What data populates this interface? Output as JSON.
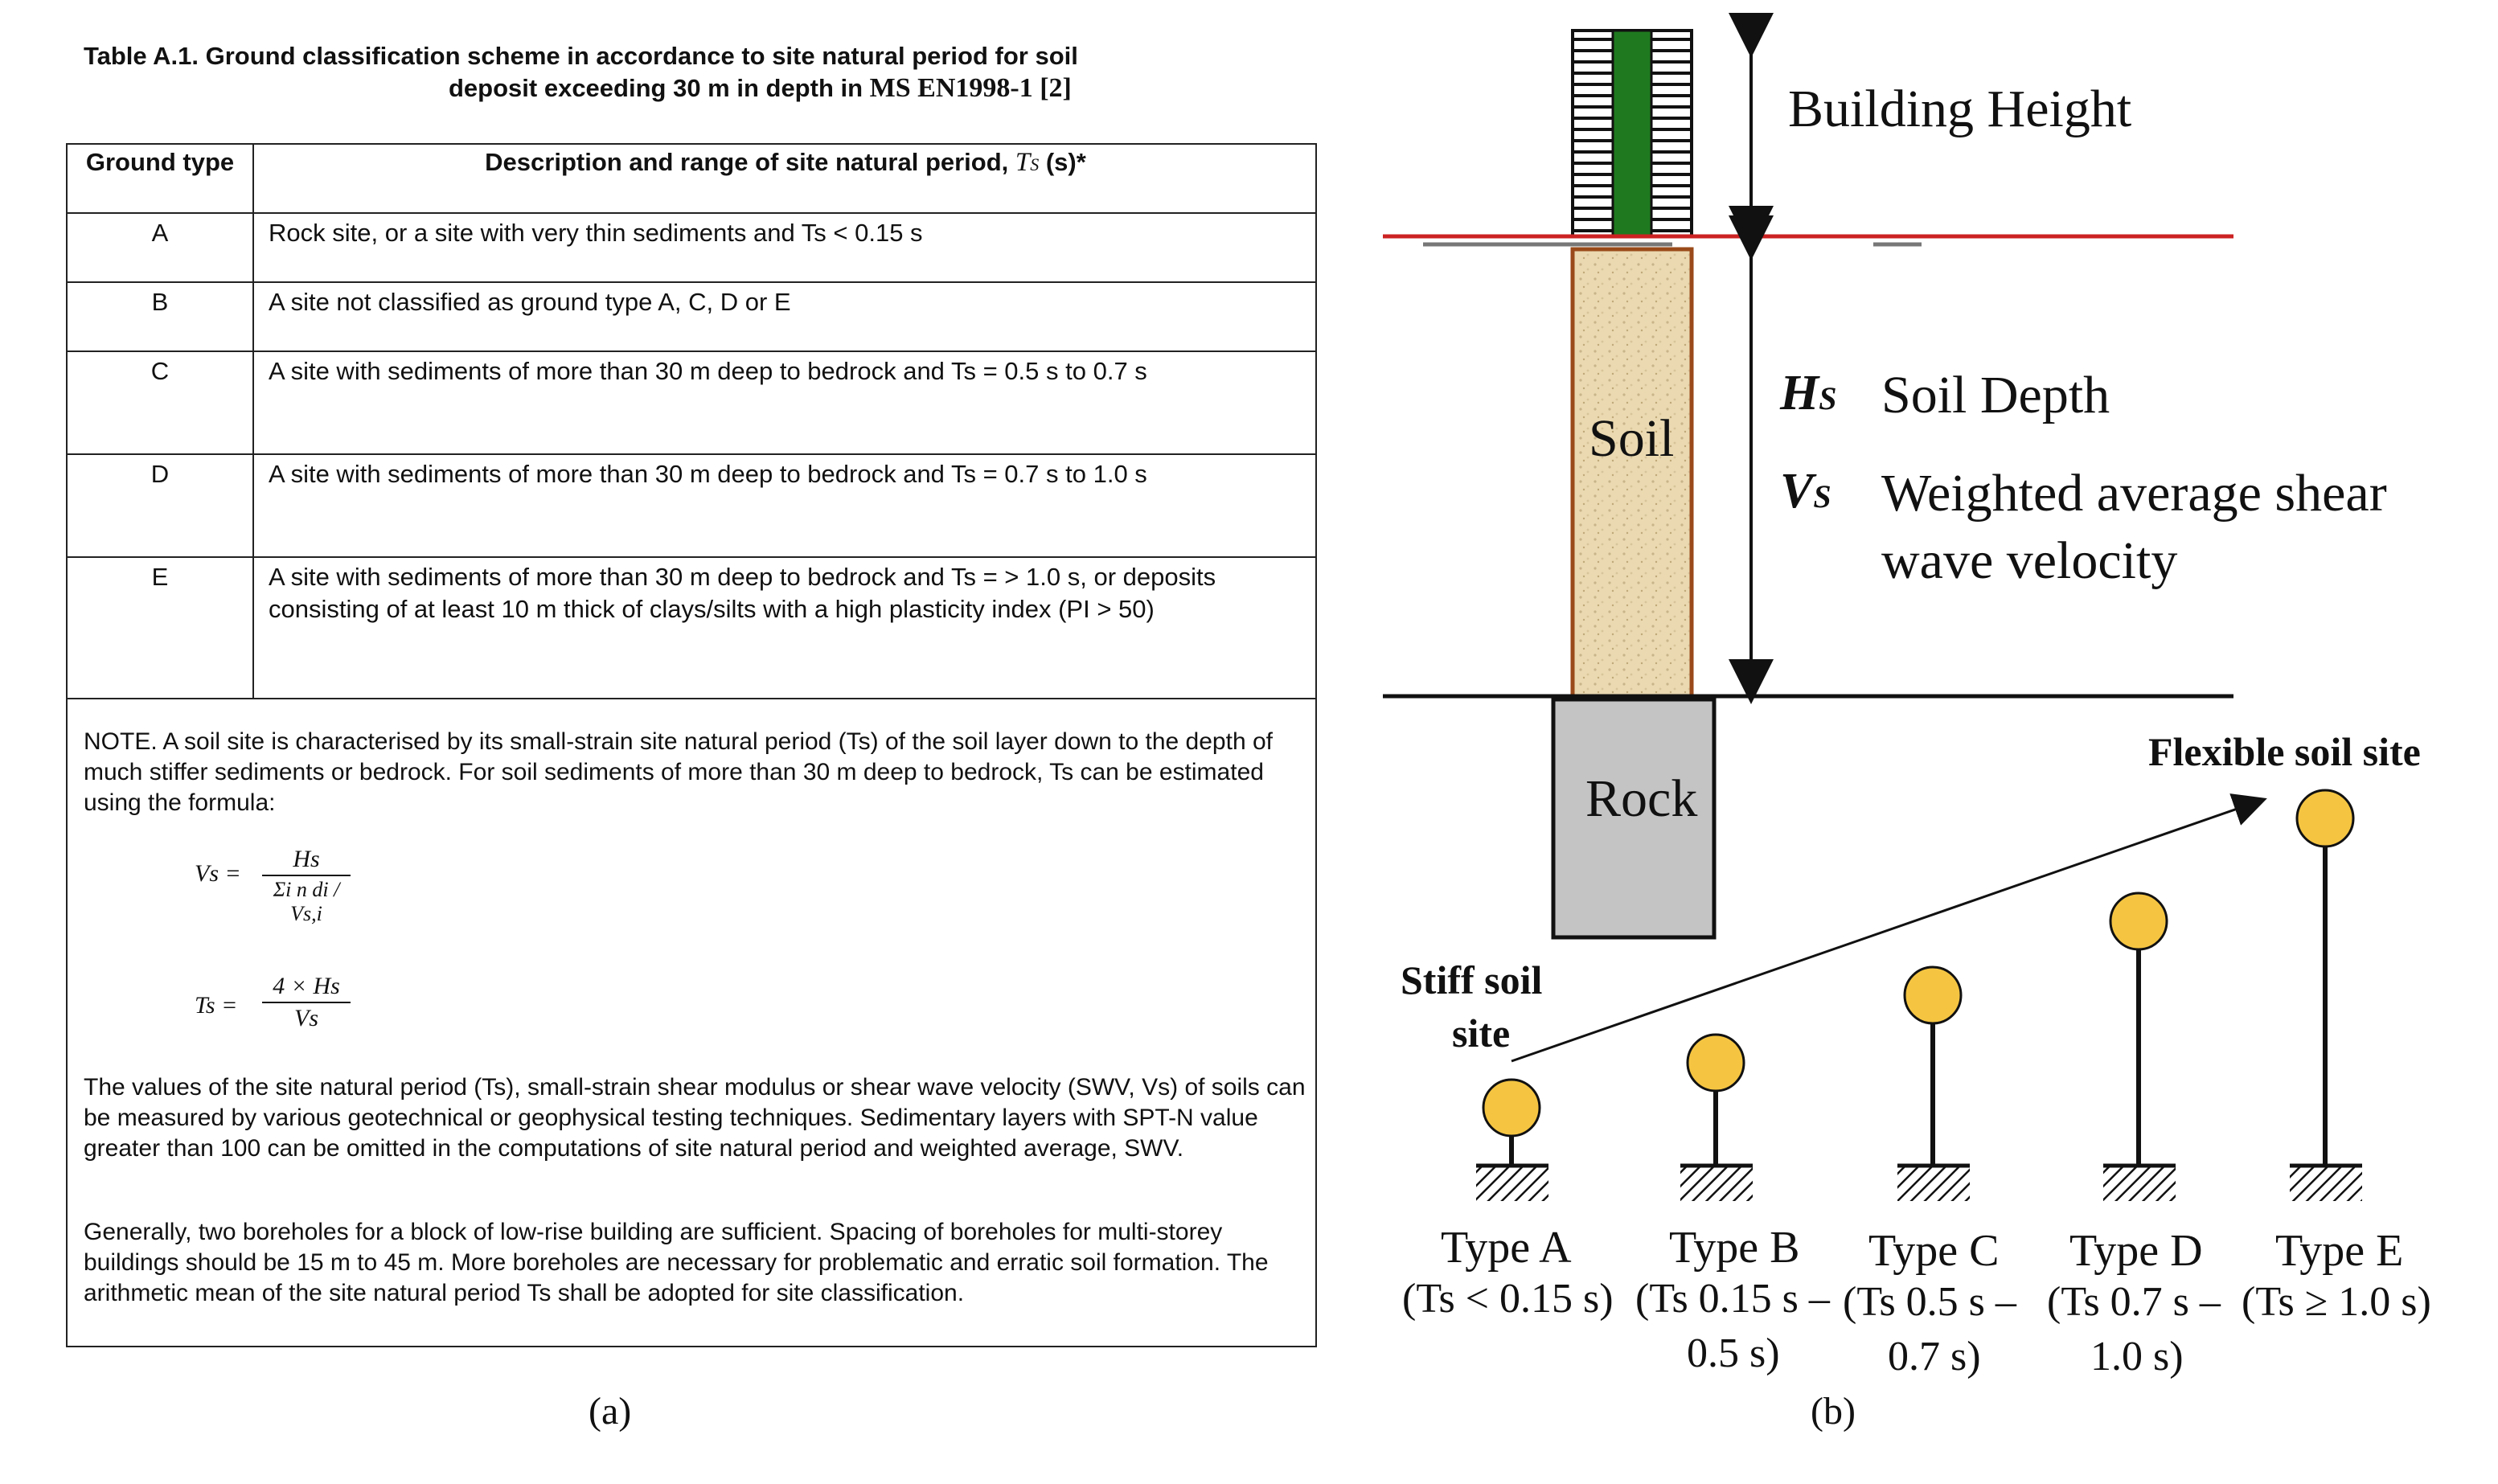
{
  "panel_a": {
    "label": "(a)",
    "title_line1": "Table A.1.  Ground classification scheme in accordance to site natural period for soil",
    "title_line2": "deposit exceeding 30 m in depth  in ",
    "title_line2_serif": "MS EN1998-1 [2]",
    "header": {
      "ground_type": "Ground type",
      "description": "Description and range of site natural period, ",
      "description_symbol": "T",
      "description_sub": "S",
      "description_tail": " (s)*"
    },
    "rows": [
      {
        "type": "A",
        "description": "Rock site, or a site with very thin sediments and Ts < 0.15 s"
      },
      {
        "type": "B",
        "description": "A site not classified as ground type A, C, D or E"
      },
      {
        "type": "C",
        "description": "A site with sediments of more than 30 m deep to bedrock and Ts = 0.5 s to 0.7 s"
      },
      {
        "type": "D",
        "description": "A site with sediments of more than 30 m deep to bedrock and Ts = 0.7 s to 1.0 s"
      },
      {
        "type": "E",
        "description": "A site with sediments of more than 30 m deep to bedrock and Ts = > 1.0 s, or deposits consisting of at least 10 m thick of clays/silts with a high plasticity index (PI > 50)"
      }
    ],
    "note": "NOTE.  A soil site is characterised by its small-strain site natural period (Ts) of the soil layer down to the depth of much stiffer sediments or bedrock. For soil sediments of more than 30 m deep to bedrock, Ts can be estimated using the formula:",
    "formula1": {
      "lhs": "Vs =",
      "numerator": "Hs",
      "denominator": "Σi n  di / Vs,i"
    },
    "formula2": {
      "lhs": "Ts =",
      "numerator": "4 × Hs",
      "denominator": "Vs"
    },
    "para1": "The values of the site natural period (Ts), small-strain shear modulus or shear wave velocity (SWV, Vs) of soils can be measured by various geotechnical or geophysical testing techniques. Sedimentary layers with SPT-N value greater than 100 can be omitted in the computations of site natural period and weighted average, SWV.",
    "para2": "Generally, two boreholes for a block of low-rise building are sufficient. Spacing of boreholes for multi-storey buildings should be 15 m to 45 m. More boreholes are necessary for problematic and erratic soil formation. The arithmetic mean of the site natural period Ts shall be adopted for site classification."
  },
  "panel_b": {
    "label": "(b)",
    "building_height": "Building Height",
    "hs_symbol": "H",
    "hs_sub": "S",
    "hs_label": "Soil Depth",
    "vs_symbol": "V",
    "vs_sub": "S",
    "vs_label_line1": "Weighted average shear",
    "vs_label_line2": "wave velocity",
    "soil_label": "Soil",
    "rock_label": "Rock",
    "flexible_label": "Flexible soil site",
    "stiff_label_line1": "Stiff soil",
    "stiff_label_line2": "site",
    "types": [
      {
        "name": "Type A",
        "range1": "(Ts < 0.15 s)",
        "range2": ""
      },
      {
        "name": "Type B",
        "range1": "(Ts 0.15 s –",
        "range2": "0.5 s)"
      },
      {
        "name": "Type C",
        "range1": "(Ts 0.5 s –",
        "range2": "0.7 s)"
      },
      {
        "name": "Type D",
        "range1": "(Ts 0.7 s –",
        "range2": "1.0 s)"
      },
      {
        "name": "Type E",
        "range1": "(Ts ≥ 1.0 s)",
        "range2": ""
      }
    ],
    "colors": {
      "soil": "#e8d8b0",
      "soil_border": "#9a4a1a",
      "rock": "#c4c4c4",
      "ground_line": "#cc2222",
      "building_core": "#1f7a1f",
      "bob": "#f5c542"
    }
  }
}
